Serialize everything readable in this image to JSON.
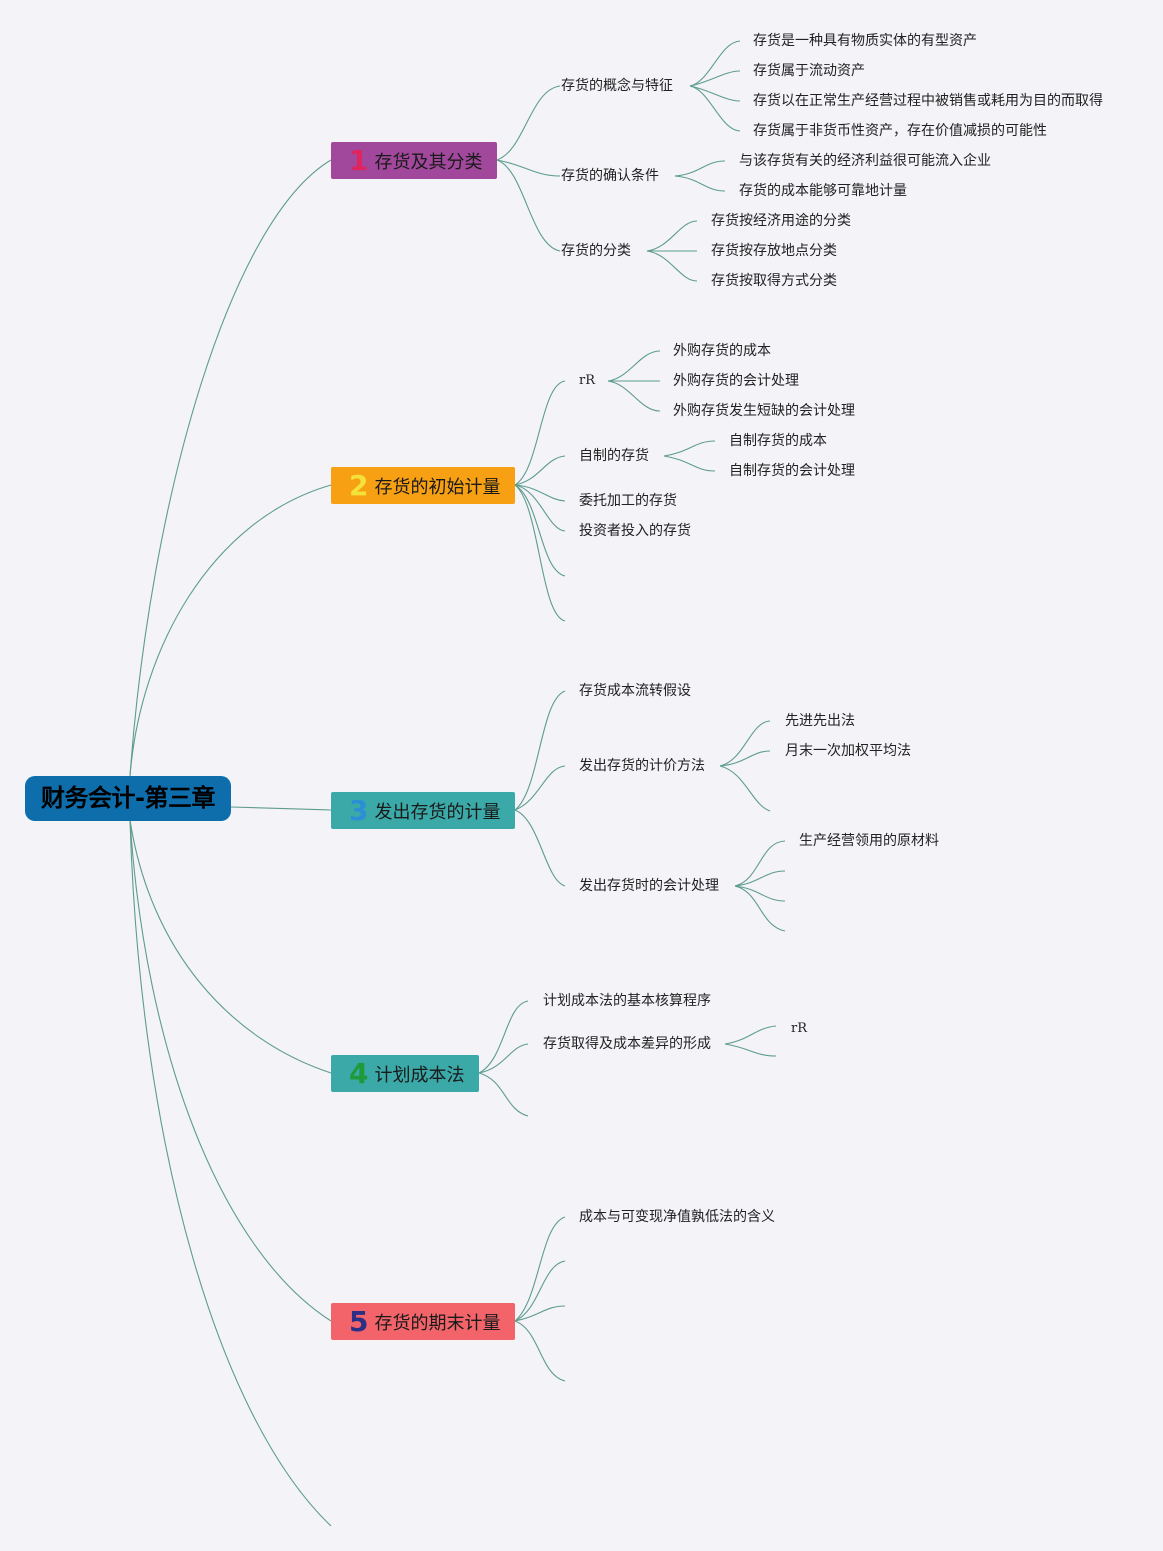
{
  "root": {
    "label": "财务会计-第三章",
    "color": "#0e6dab"
  },
  "branches": [
    {
      "number": "1",
      "label": "存货及其分类",
      "color": "#a1489c",
      "num_color": "#e0245e",
      "subs": [
        {
          "label": "存货的概念与特征",
          "items": [
            "存货是一种具有物质实体的有型资产",
            "存货属于流动资产",
            "存货以在正常生产经营过程中被销售或耗用为目的而取得",
            "存货属于非货币性资产，存在价值减损的可能性"
          ]
        },
        {
          "label": "存货的确认条件",
          "items": [
            "与该存货有关的经济利益很可能流入企业",
            "存货的成本能够可靠地计量"
          ]
        },
        {
          "label": "存货的分类",
          "items": [
            "存货按经济用途的分类",
            "存货按存放地点分类",
            "存货按取得方式分类"
          ]
        }
      ]
    },
    {
      "number": "2",
      "label": "存货的初始计量",
      "color": "#f7a013",
      "num_color": "#f4e23a",
      "subs": [
        {
          "label": "rR",
          "items": [
            "外购存货的成本",
            "外购存货的会计处理",
            "外购存货发生短缺的会计处理"
          ]
        },
        {
          "label": "自制的存货",
          "items": [
            "自制存货的成本",
            "自制存货的会计处理"
          ]
        },
        {
          "label": "委托加工的存货",
          "items": []
        },
        {
          "label": "投资者投入的存货",
          "items": []
        }
      ]
    },
    {
      "number": "3",
      "label": "发出存货的计量",
      "color": "#3ba9a8",
      "num_color": "#2b8fd6",
      "subs": [
        {
          "label": "存货成本流转假设",
          "items": []
        },
        {
          "label": "发出存货的计价方法",
          "items": [
            "先进先出法",
            "月末一次加权平均法"
          ]
        },
        {
          "label": "发出存货时的会计处理",
          "items": [
            "生产经营领用的原材料"
          ]
        }
      ]
    },
    {
      "number": "4",
      "label": "计划成本法",
      "color": "#3ba9a8",
      "num_color": "#1f9a3a",
      "subs": [
        {
          "label": "计划成本法的基本核算程序",
          "items": []
        },
        {
          "label": "存货取得及成本差异的形成",
          "items": [
            "rR"
          ]
        }
      ]
    },
    {
      "number": "5",
      "label": "存货的期末计量",
      "color": "#f2646a",
      "num_color": "#2c2f86",
      "subs": [
        {
          "label": "成本与可变现净值孰低法的含义",
          "items": []
        }
      ]
    }
  ]
}
